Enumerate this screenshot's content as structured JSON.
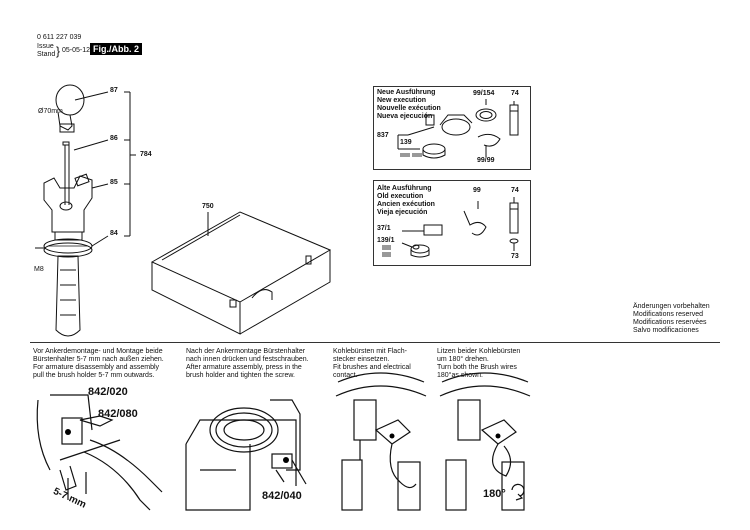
{
  "header": {
    "part_number": "0 611 227 039",
    "issue_label": "Issue",
    "stand_label": "Stand",
    "date": "05-05-12",
    "figure_label": "Fig./Abb. 2"
  },
  "left_parts": {
    "diameter_label": "Ø70mm",
    "thread_label": "M8",
    "p87": "87",
    "p86": "86",
    "p85": "85",
    "p84": "84",
    "p784": "784"
  },
  "case": {
    "label": "750"
  },
  "new_box": {
    "lines": [
      "Neue Ausführung",
      "New execution",
      "Nouvelle exécution",
      "Nueva ejecución"
    ],
    "p99_154": "99/154",
    "p74": "74",
    "p837": "837",
    "p139": "139",
    "p99_99": "99/99"
  },
  "old_box": {
    "lines": [
      "Alte Ausführung",
      "Old execution",
      "Ancien exécution",
      "Vieja ejecución"
    ],
    "p99": "99",
    "p74": "74",
    "p37_1": "37/1",
    "p139_1": "139/1",
    "p73": "73"
  },
  "modifications": [
    "Änderungen vorbehalten",
    "Modifications reserved",
    "Modifications reservées",
    "Salvo modificaciones"
  ],
  "instructions": [
    {
      "lines": [
        "Vor Ankerdemontage- und Montage beide",
        "Bürstenhalter 5-7 mm nach außen ziehen.",
        "For armature disassembly and assembly",
        "pull the brush holder 5-7 mm outwards."
      ]
    },
    {
      "lines": [
        "Nach der Ankermontage Bürstenhalter",
        "nach innen drücken und festschrauben.",
        "After armature assembly, press in the",
        "brush holder and tighten the screw."
      ]
    },
    {
      "lines": [
        "Kohlebürsten mit Flach-",
        "stecker einsetzen.",
        "Fit brushes and electrical",
        "contact."
      ]
    },
    {
      "lines": [
        "Litzen beider Kohlebürsten",
        "um 180° drehen.",
        "Turn both the Brush wires",
        "180°as shown."
      ]
    }
  ],
  "bottom_labels": {
    "p842_020": "842/020",
    "p842_080": "842/080",
    "dim_5_7": "5-7 mm",
    "p842_040": "842/040",
    "rot_180": "180°"
  }
}
